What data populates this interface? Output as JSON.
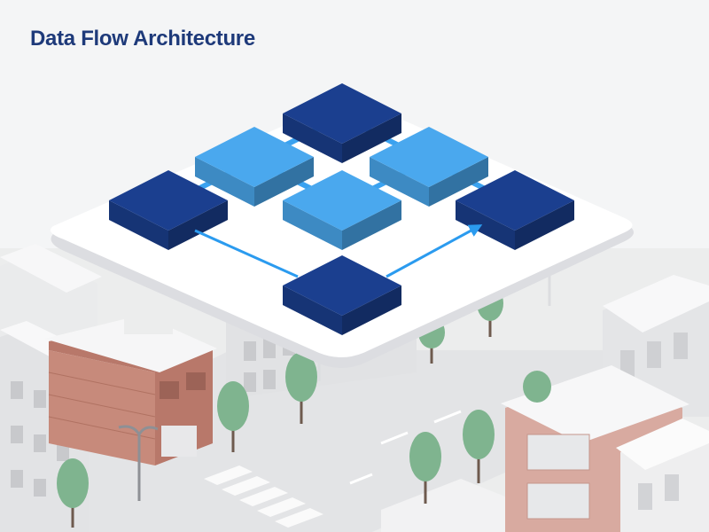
{
  "title": "Data Flow Architecture",
  "colors": {
    "title": "#1e3a7a",
    "node_dark": "#1b3f8f",
    "node_light": "#4aa8ee",
    "connector": "#3aa2f0",
    "flow_arrow": "#2b9bef",
    "platform": "#ffffff",
    "buildings_gray": "#e6e7e9",
    "building_brick": "#b8786a",
    "building_pink": "#d8aaa0",
    "trees": "#7fb48f"
  },
  "diagram": {
    "nodes": [
      {
        "id": "top",
        "shade": "dark"
      },
      {
        "id": "upper-left",
        "shade": "light"
      },
      {
        "id": "upper-right",
        "shade": "light"
      },
      {
        "id": "left",
        "shade": "dark"
      },
      {
        "id": "center",
        "shade": "light"
      },
      {
        "id": "right",
        "shade": "dark"
      },
      {
        "id": "bottom",
        "shade": "dark"
      }
    ],
    "connections": [
      {
        "from": "top",
        "to": "upper-left"
      },
      {
        "from": "top",
        "to": "upper-right"
      },
      {
        "from": "upper-left",
        "to": "left"
      },
      {
        "from": "upper-left",
        "to": "center"
      },
      {
        "from": "upper-right",
        "to": "center"
      },
      {
        "from": "upper-right",
        "to": "right"
      }
    ],
    "flow_arrows": [
      {
        "from": "left",
        "to": "bottom",
        "arrowhead": false
      },
      {
        "from": "bottom",
        "to": "right",
        "arrowhead": true
      }
    ]
  }
}
